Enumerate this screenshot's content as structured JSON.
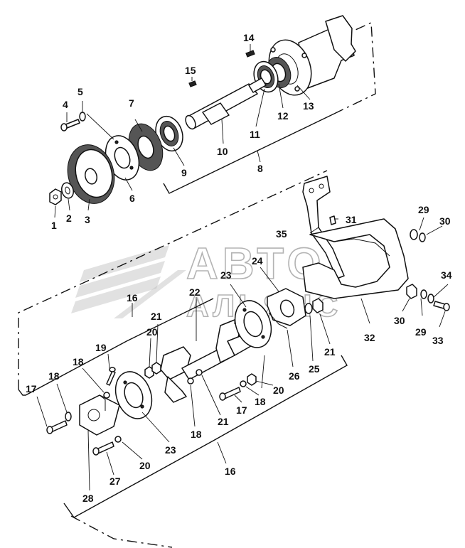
{
  "watermark": {
    "line1": "АВТО",
    "line2": "АЛЬЯНС"
  },
  "labels": {
    "p1": "1",
    "p2": "2",
    "p3": "3",
    "p4": "4",
    "p5": "5",
    "p6": "6",
    "p7": "7",
    "p8": "8",
    "p9": "9",
    "p10": "10",
    "p11": "11",
    "p12": "12",
    "p13": "13",
    "p14": "14",
    "p15": "15",
    "p16a": "16",
    "p16b": "16",
    "p17a": "17",
    "p17b": "17",
    "p18a": "18",
    "p18b": "18",
    "p18c": "18",
    "p18d": "18",
    "p19": "19",
    "p20a": "20",
    "p20b": "20",
    "p20c": "20",
    "p21a": "21",
    "p21b": "21",
    "p21c": "21",
    "p22": "22",
    "p23a": "23",
    "p23b": "23",
    "p24": "24",
    "p25": "25",
    "p26": "26",
    "p27": "27",
    "p28": "28",
    "p29a": "29",
    "p29b": "29",
    "p30a": "30",
    "p30b": "30",
    "p31": "31",
    "p32": "32",
    "p33": "33",
    "p34": "34",
    "p35": "35"
  }
}
